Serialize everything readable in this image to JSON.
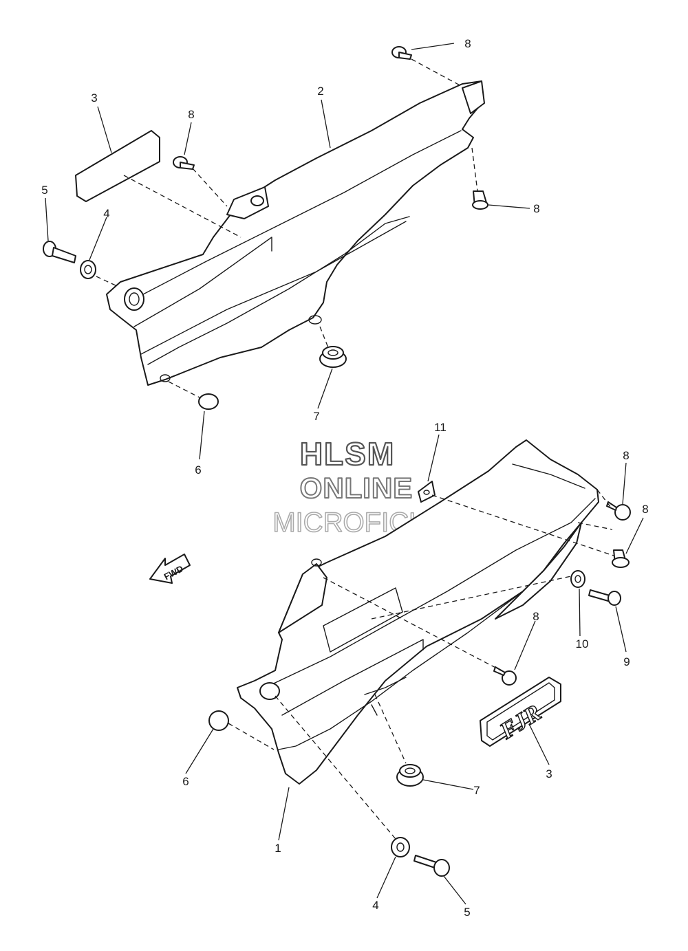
{
  "watermark": {
    "line1": "HLSM",
    "line2": "ONLINE",
    "line3": "MICROFICHE"
  },
  "direction_arrow": {
    "label": "FWD"
  },
  "emblem": {
    "text": "FJR"
  },
  "callouts": {
    "top": {
      "c3": "3",
      "c8a": "8",
      "c2": "2",
      "c8b": "8",
      "c8c": "8",
      "c5": "5",
      "c4": "4",
      "c6": "6",
      "c7": "7"
    },
    "bottom": {
      "c11": "11",
      "c8a": "8",
      "c8b": "8",
      "c8c": "8",
      "c10": "10",
      "c9": "9",
      "c3": "3",
      "c6": "6",
      "c7": "7",
      "c1": "1",
      "c4": "4",
      "c5": "5"
    }
  }
}
